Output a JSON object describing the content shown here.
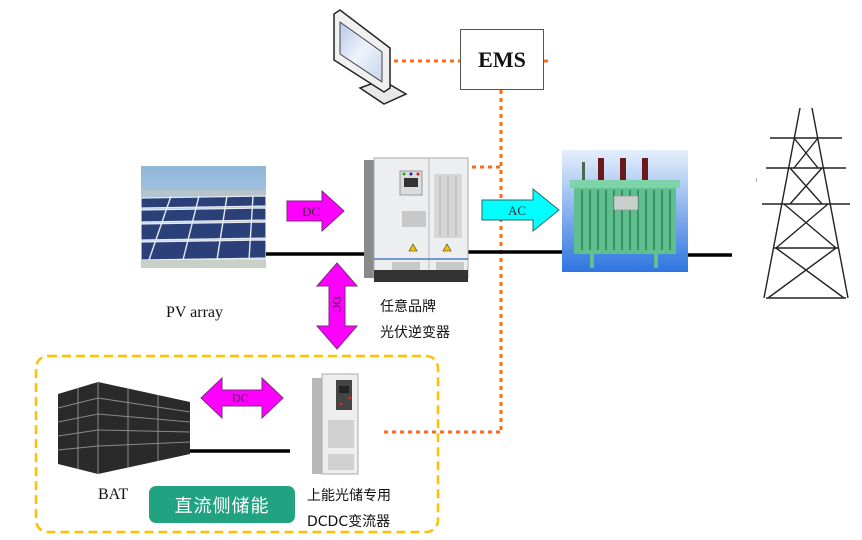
{
  "diagram": {
    "type": "pv-storage-system-topology",
    "nodes": {
      "ems": {
        "label": "EMS"
      },
      "monitor": {
        "icon": "monitor-icon"
      },
      "pv_array": {
        "label": "PV array",
        "icon": "solar-panel-icon"
      },
      "inverter": {
        "label_line1": "任意品牌",
        "label_line2": "光伏逆变器",
        "icon": "inverter-cabinet-icon"
      },
      "transformer": {
        "icon": "transformer-icon"
      },
      "grid": {
        "icon": "transmission-tower-icon"
      },
      "battery": {
        "label": "BAT",
        "icon": "battery-rack-icon"
      },
      "dcdc": {
        "label_line1": "上能光储专用",
        "label_line2": "DCDC变流器",
        "icon": "dcdc-converter-icon"
      }
    },
    "arrows": {
      "pv_to_inverter": "DC",
      "inverter_to_transformer": "AC",
      "inverter_dcdc": "DC",
      "battery_dcdc": "DC"
    },
    "group_badge": "直流侧储能",
    "colors": {
      "dc_arrow": "#ff00ff",
      "ac_arrow": "#00ffff",
      "comm_line": "#ff6a13",
      "group_border": "#ffc000",
      "badge_bg": "#21a382",
      "power_line": "#000000"
    }
  }
}
